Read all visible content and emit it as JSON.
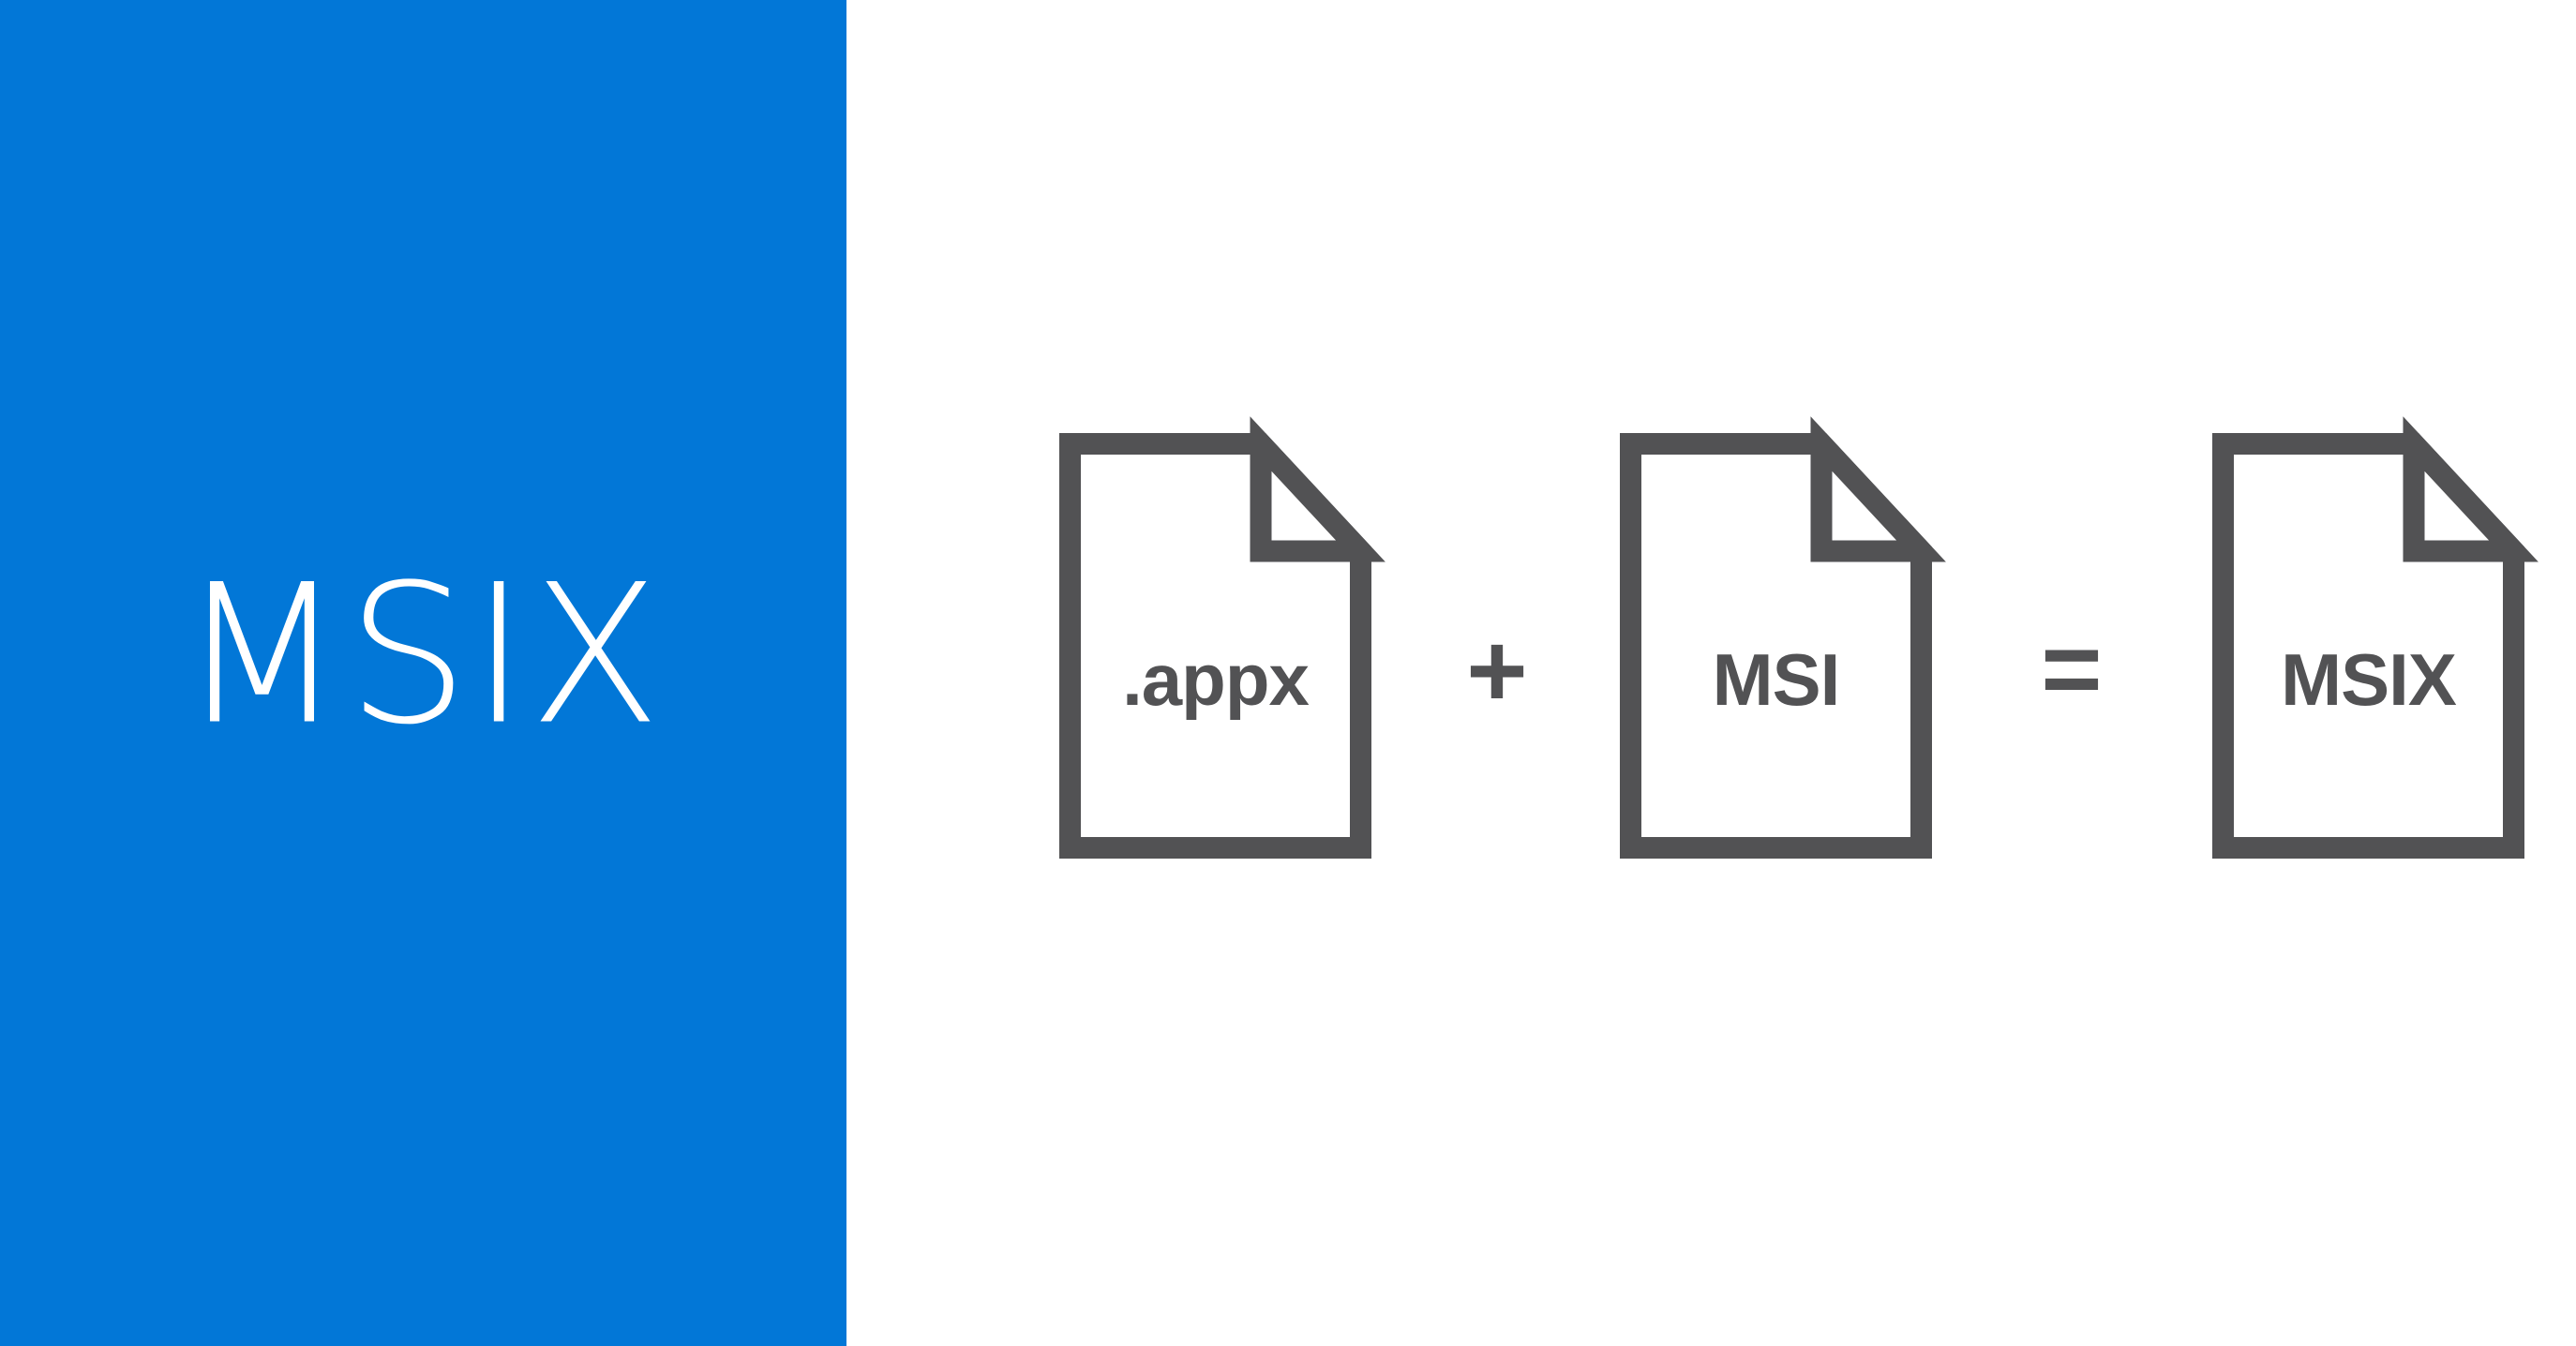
{
  "page": {
    "background_color": "#FFFFFF"
  },
  "brand_panel": {
    "title": "MSIX",
    "background_color": "#0277D7",
    "text_color": "#FFFFFF"
  },
  "equation": {
    "icon_color": "#525254",
    "file_fill_color": "#FFFFFF",
    "files": [
      {
        "icon": "document-icon",
        "label": ".appx"
      },
      {
        "icon": "document-icon",
        "label": "MSI"
      },
      {
        "icon": "document-icon",
        "label": "MSIX"
      }
    ],
    "operators": [
      {
        "symbol": "+"
      },
      {
        "symbol": "="
      }
    ]
  }
}
